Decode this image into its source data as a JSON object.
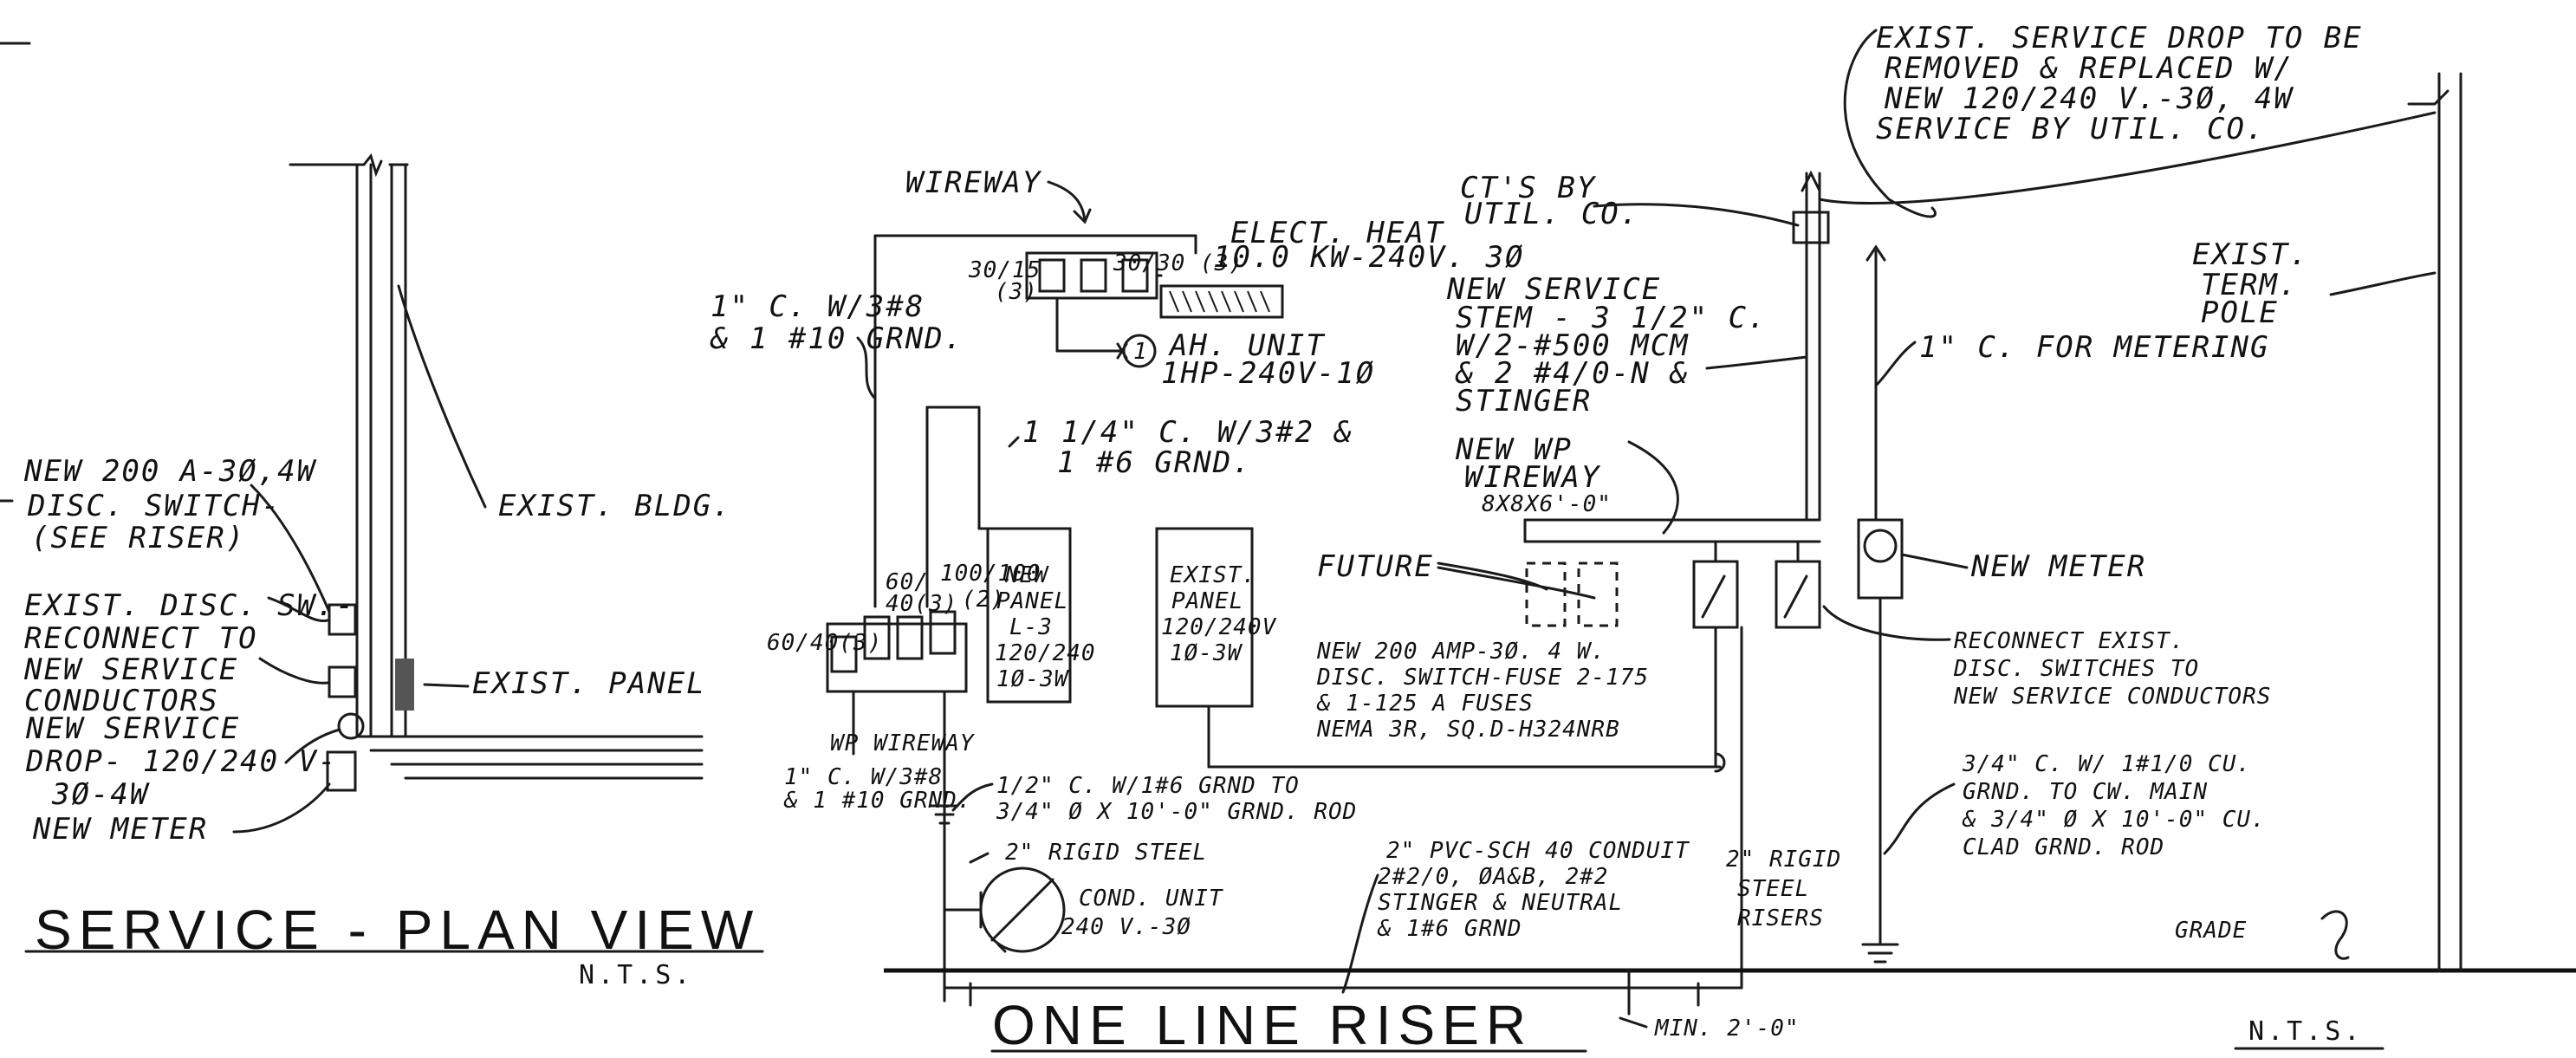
{
  "plan_view": {
    "title": "SERVICE - PLAN VIEW",
    "scale": "N.T.S.",
    "labels": {
      "new_disc_switch": [
        "NEW 200 A-3Ø,4W",
        "DISC. SWITCH-",
        "(SEE RISER)"
      ],
      "exist_bldg": "EXIST. BLDG.",
      "exist_disc_sw": [
        "EXIST. DISC. SW.-",
        "RECONNECT TO",
        "NEW SERVICE",
        "CONDUCTORS"
      ],
      "exist_panel": "EXIST. PANEL",
      "new_service_drop": [
        "NEW SERVICE",
        "DROP- 120/240 V-",
        "3Ø-4W"
      ],
      "new_meter": "NEW METER"
    }
  },
  "riser": {
    "title": "ONE LINE RISER",
    "scale": "N.T.S.",
    "labels": {
      "wireway": "WIREWAY",
      "elect_heat": [
        "ELECT. HEAT",
        "10.0 KW-240V. 3Ø"
      ],
      "breaker_30_15": [
        "30/15",
        "(3)"
      ],
      "breaker_30_30": [
        "30/30 (3)"
      ],
      "conduit_1in": [
        "1\" C. W/3#8",
        "& 1 #10 GRND."
      ],
      "ah_unit": [
        "AH. UNIT",
        "1HP-240V-1Ø"
      ],
      "ah_unit_num": "1",
      "conduit_114": [
        "1 1/4\" C. W/3#2 &",
        "1 #6 GRND."
      ],
      "breaker_60_40": "60/40(3)",
      "breaker_60_40b": [
        "60/",
        "40(3)"
      ],
      "breaker_100": [
        "100/100",
        "(2)"
      ],
      "new_panel": [
        "NEW",
        "PANEL",
        "L-3",
        "120/240",
        "1Ø-3W"
      ],
      "exist_panel": [
        "EXIST.",
        "PANEL",
        "120/240V",
        "1Ø-3W"
      ],
      "future": "FUTURE",
      "wp_wireway": "WP WIREWAY",
      "conduit_1in_b": [
        "1\" C. W/3#8",
        "& 1 #10 GRND."
      ],
      "grnd_rod": [
        "1/2\" C. W/1#6 GRND TO",
        "3/4\" Ø X 10'-0\" GRND. ROD"
      ],
      "rigid_steel": "2\" RIGID STEEL",
      "cond_unit": [
        "COND. UNIT",
        "240 V.-3Ø"
      ],
      "new_disc_switch": [
        "NEW 200 AMP-3Ø. 4 W.",
        "DISC. SWITCH-FUSE 2-175",
        "& 1-125 A FUSES",
        "NEMA 3R, SQ.D-H324NRB"
      ],
      "pvc_conduit": [
        "2\" PVC-SCH 40 CONDUIT",
        "2#2/0, ØA&B, 2#2",
        "STINGER & NEUTRAL",
        "& 1#6 GRND"
      ],
      "rigid_risers": [
        "2\" RIGID",
        "STEEL",
        "RISERS"
      ],
      "min_depth": "MIN. 2'-0\"",
      "cts": [
        "CT'S BY",
        "UTIL. CO."
      ],
      "new_service_stem": [
        "NEW SERVICE",
        "STEM - 3 1/2\" C.",
        "W/2-#500 MCM",
        "& 2 #4/0-N &",
        "STINGER"
      ],
      "new_wp_wireway": [
        "NEW WP",
        "WIREWAY",
        "8X8X6'-0\""
      ],
      "metering": "1\" C. FOR METERING",
      "new_meter": "NEW METER",
      "exist_service_drop": [
        "EXIST. SERVICE DROP TO BE",
        "REMOVED & REPLACED W/",
        "NEW 120/240 V.-3Ø, 4W",
        "SERVICE BY UTIL. CO."
      ],
      "exist_term_pole": [
        "EXIST.",
        "TERM.",
        "POLE"
      ],
      "reconnect": [
        "RECONNECT EXIST.",
        "DISC. SWITCHES TO",
        "NEW SERVICE CONDUCTORS"
      ],
      "ground_note": [
        "3/4\" C. W/ 1#1/0 CU.",
        "GRND. TO CW. MAIN",
        "& 3/4\" Ø X 10'-0\" CU.",
        "CLAD GRND. ROD"
      ],
      "grade": "GRADE"
    }
  }
}
